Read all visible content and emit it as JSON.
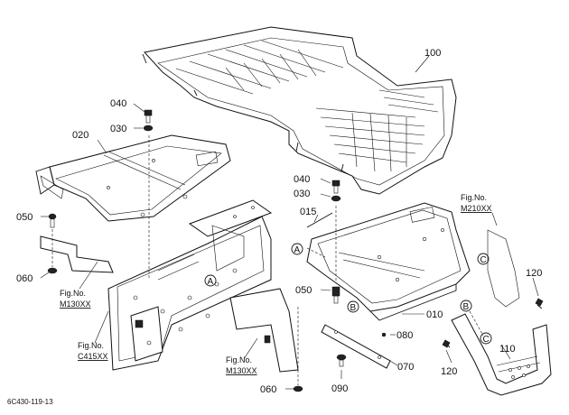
{
  "parts": {
    "p100": "100",
    "p040a": "040",
    "p030a": "030",
    "p020": "020",
    "p050a": "050",
    "p060a": "060",
    "p040b": "040",
    "p030b": "030",
    "p015": "015",
    "p050b": "050",
    "p010": "010",
    "p080": "080",
    "p070": "070",
    "p090": "090",
    "p060b": "060",
    "p120a": "120",
    "p120b": "120",
    "p110": "110"
  },
  "refs": {
    "m130_top": {
      "line1": "Fig.No.",
      "line2": "M130XX"
    },
    "c415": {
      "line1": "Fig.No.",
      "line2": "C415XX"
    },
    "m130_bottom": {
      "line1": "Fig.No.",
      "line2": "M130XX"
    },
    "m210": {
      "line1": "Fig.No.",
      "line2": "M210XX"
    }
  },
  "callouts": {
    "a1": "A",
    "a2": "A",
    "b1": "B",
    "b2": "B",
    "c1": "C",
    "c2": "C"
  },
  "figure_code": "6C430-119-13"
}
